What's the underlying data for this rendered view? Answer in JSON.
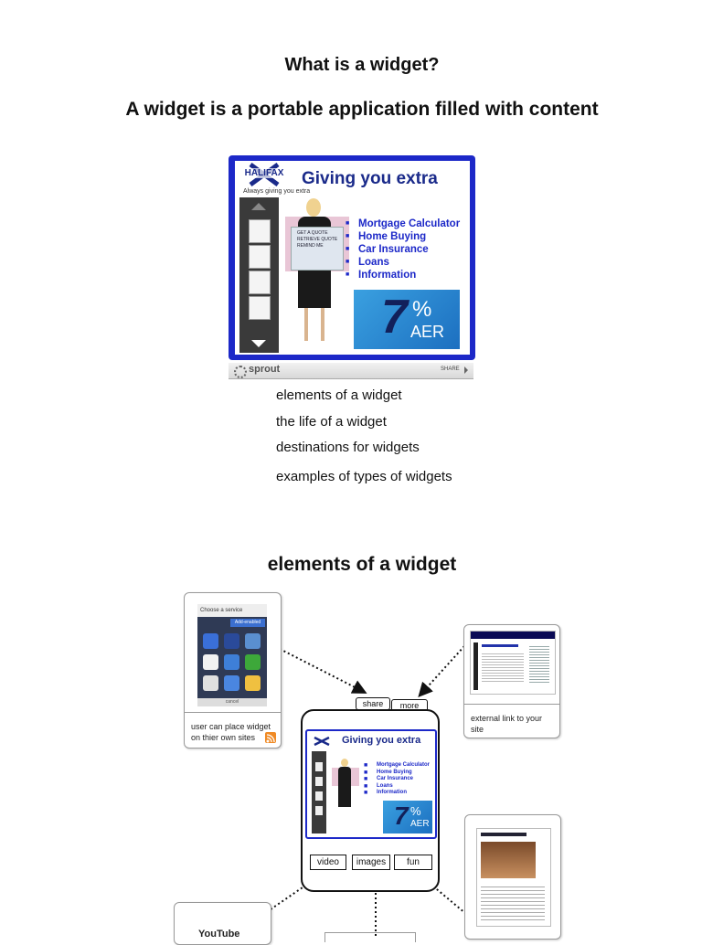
{
  "heading": "What is a widget?",
  "subheading": "A widget is a portable application filled with content",
  "widget": {
    "brand": "HALIFAX",
    "tagline": "Always giving you extra",
    "title": "Giving you extra",
    "menu": [
      "Mortgage Calculator",
      "Home Buying",
      "Car Insurance",
      "Loans",
      "Information"
    ],
    "person_buttons": [
      "GET A QUOTE",
      "RETRIEVE QUOTE",
      "REMIND ME"
    ],
    "rate_big": "7",
    "rate_pct": "%",
    "rate_aer": "AER",
    "footer_brand": "sprout",
    "footer_share": "SHARE"
  },
  "toc": [
    "elements of a widget",
    "the life of a widget",
    "destinations for widgets",
    "examples of types of widgets"
  ],
  "section_title": "elements of a widget",
  "diagram": {
    "left_card": {
      "header": "Choose a service",
      "badge": "Add-enabled",
      "cancel": "cancel",
      "caption_line1": "user can place widget",
      "caption_line2": "on thier own sites"
    },
    "right_top_card": {
      "caption_line1": "external link to your",
      "caption_line2": "site"
    },
    "center": {
      "tab_share": "share",
      "tab_more": "more",
      "btn_video": "video",
      "btn_images": "images",
      "btn_fun": "fun"
    },
    "bottom_left_logo": "YouTube"
  },
  "colors": {
    "widget_border": "#1c28c8",
    "menu_text": "#1c28c8",
    "rate_box": "#1c6fc0"
  }
}
